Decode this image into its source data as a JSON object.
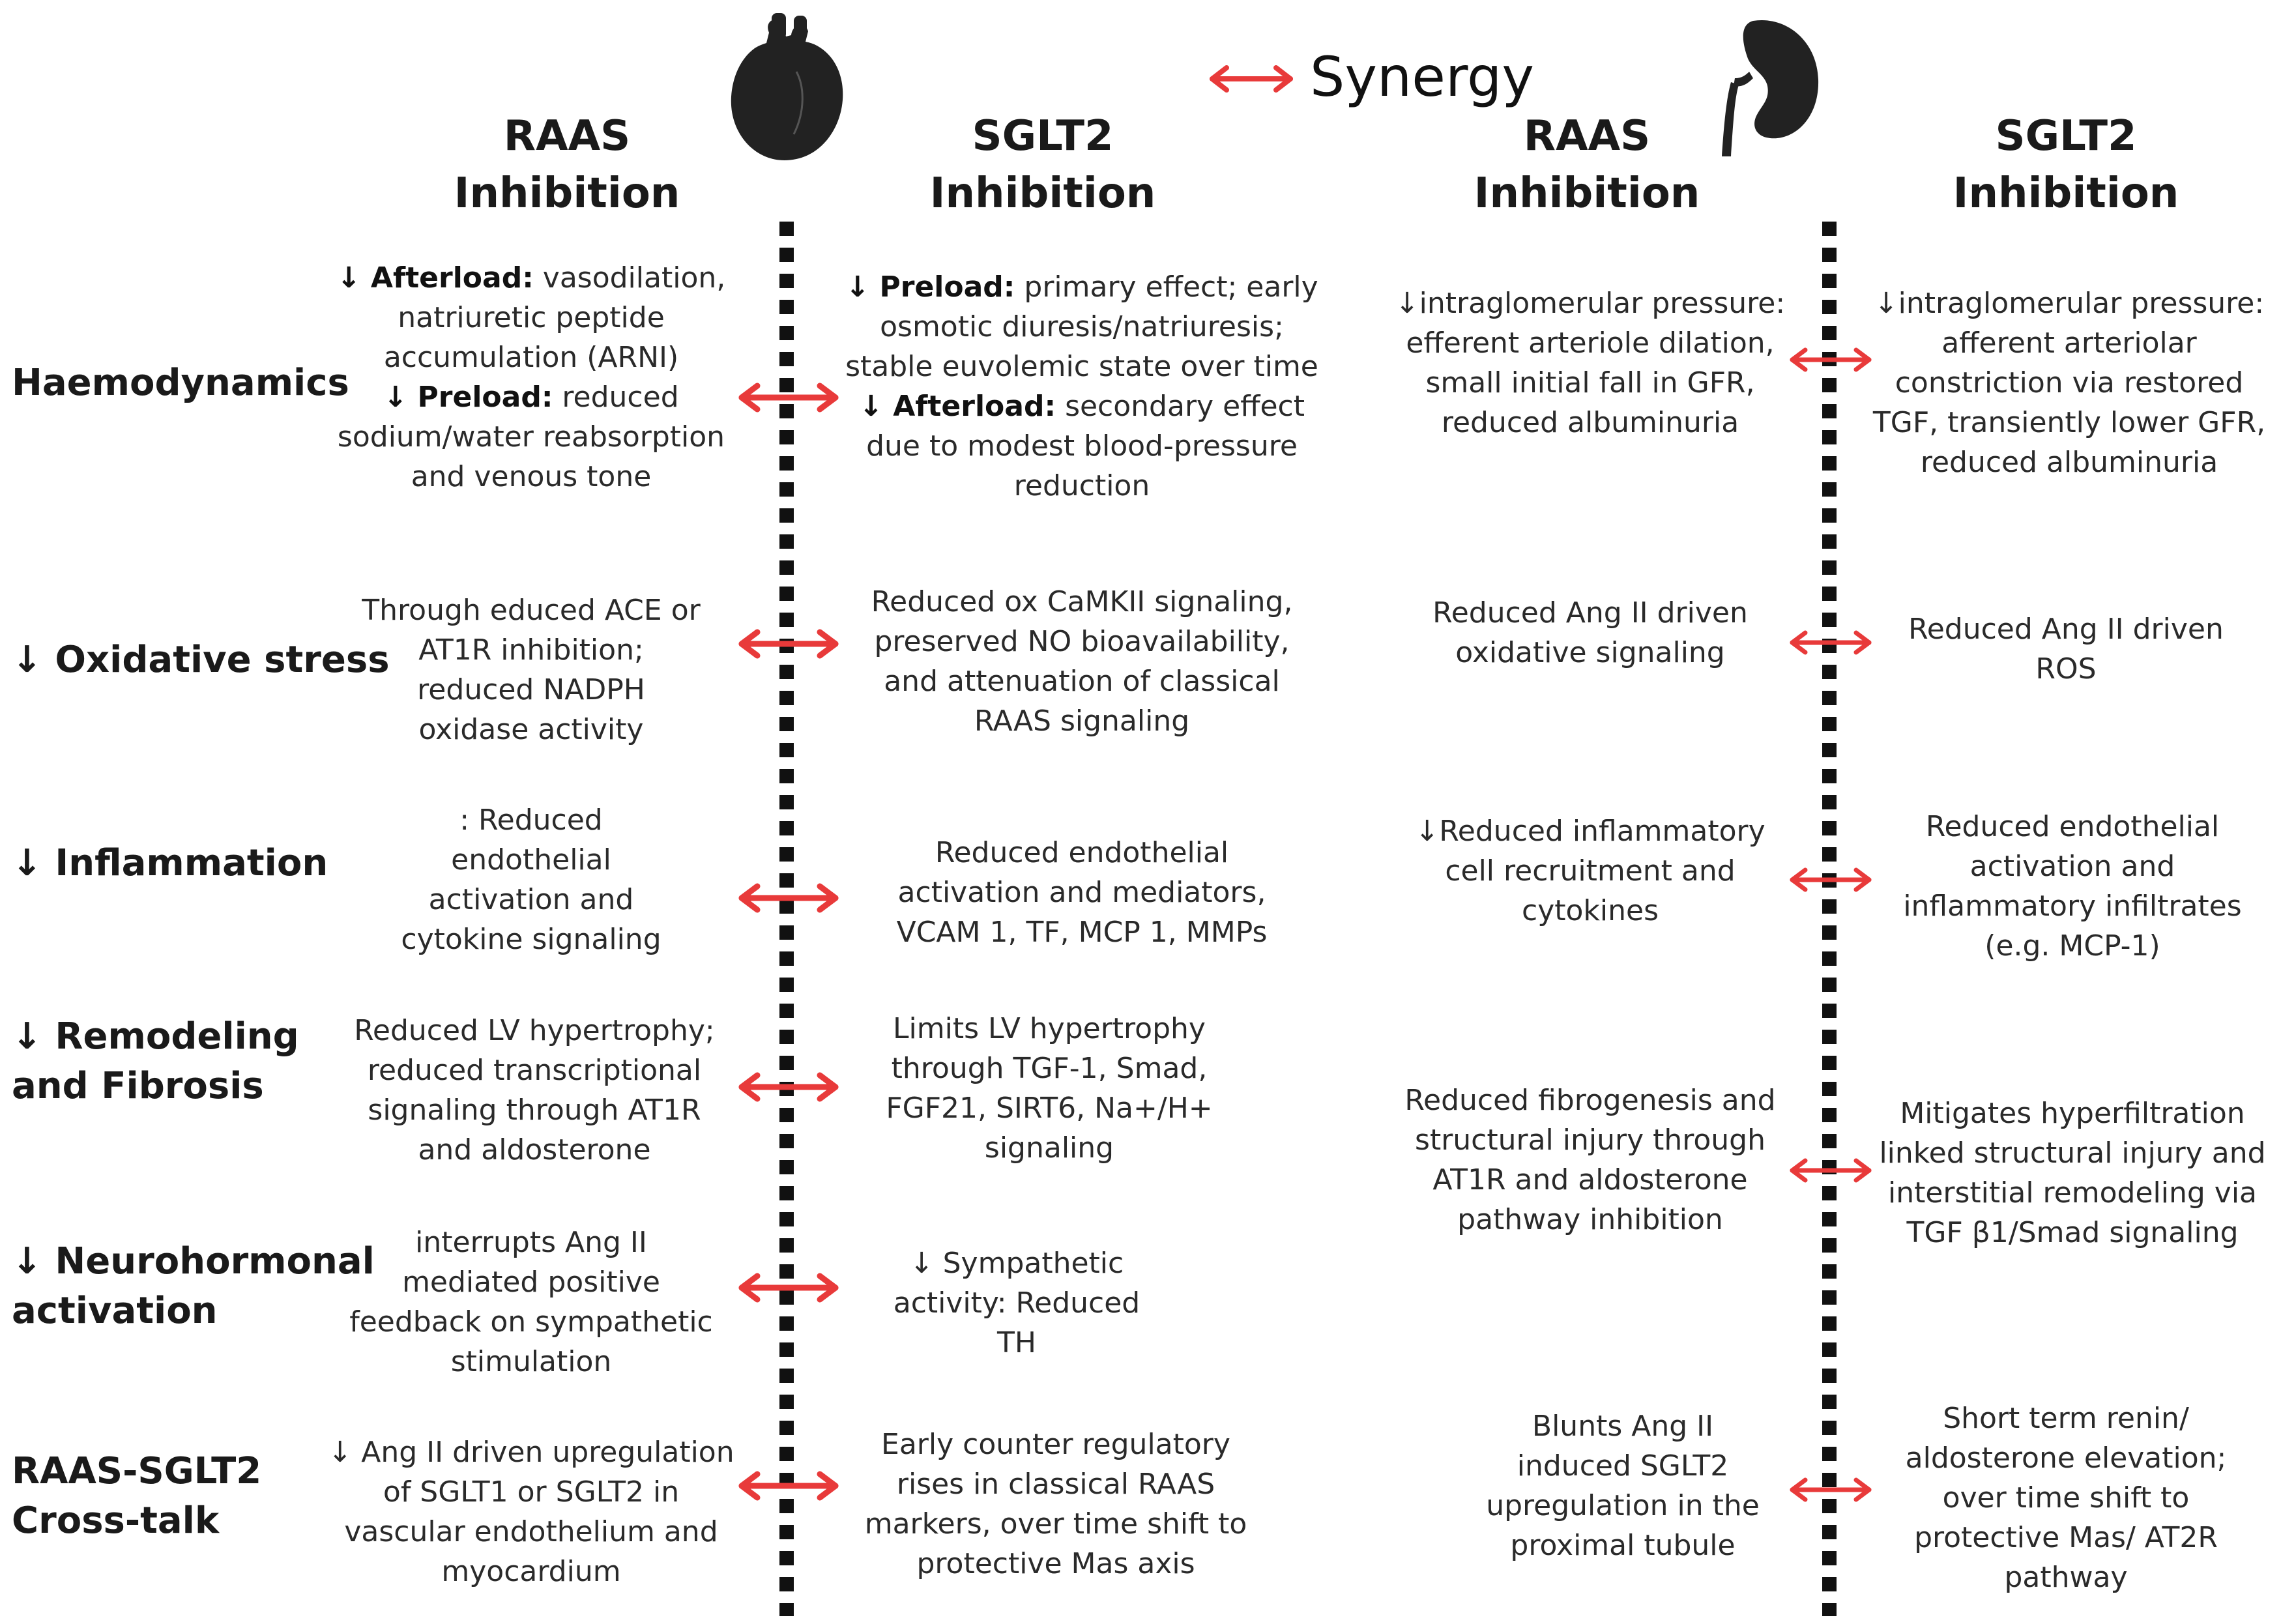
{
  "legend": {
    "label": "Synergy",
    "arrow_color": "#e83a3a"
  },
  "icons": {
    "heart": "heart-icon",
    "kidney": "kidney-icon"
  },
  "headers": [
    {
      "l1": "RAAS",
      "l2": "Inhibition"
    },
    {
      "l1": "SGLT2",
      "l2": "Inhibition"
    },
    {
      "l1": "RAAS",
      "l2": "Inhibition"
    },
    {
      "l1": "SGLT2",
      "l2": "Inhibition"
    }
  ],
  "rows": [
    {
      "label": [
        "Haemodynamics"
      ],
      "heart_raas": [
        {
          "b": "↓ Afterload:",
          "t": " vasodilation,"
        },
        {
          "t": "natriuretic peptide"
        },
        {
          "t": "accumulation (ARNI)"
        },
        {
          "b": "↓ Preload:",
          "t": " reduced"
        },
        {
          "t": "sodium/water reabsorption"
        },
        {
          "t": "and venous tone"
        }
      ],
      "heart_sglt2": [
        {
          "b": "↓ Preload:",
          "t": " primary effect; early"
        },
        {
          "t": "osmotic diuresis/natriuresis;"
        },
        {
          "t": "stable euvolemic state over time"
        },
        {
          "b": "↓ Afterload:",
          "t": " secondary effect"
        },
        {
          "t": "due to modest blood-pressure"
        },
        {
          "t": "reduction"
        }
      ],
      "kidney_raas": [
        {
          "t": "↓intraglomerular pressure:"
        },
        {
          "t": "efferent arteriole dilation,"
        },
        {
          "t": "small initial fall in GFR,"
        },
        {
          "t": "reduced albuminuria"
        }
      ],
      "kidney_sglt2": [
        {
          "t": "↓intraglomerular pressure:"
        },
        {
          "t": "afferent arteriolar"
        },
        {
          "t": "constriction via restored"
        },
        {
          "t": "TGF, transiently lower GFR,"
        },
        {
          "t": "reduced albuminuria"
        }
      ]
    },
    {
      "label": [
        "↓ Oxidative stress"
      ],
      "heart_raas": [
        {
          "t": "Through educed ACE or"
        },
        {
          "t": "AT1R inhibition;"
        },
        {
          "t": "reduced NADPH"
        },
        {
          "t": "oxidase activity"
        }
      ],
      "heart_sglt2": [
        {
          "t": "Reduced ox CaMKII signaling,"
        },
        {
          "t": "preserved NO bioavailability,"
        },
        {
          "t": "and attenuation of classical"
        },
        {
          "t": "RAAS signaling"
        }
      ],
      "kidney_raas": [
        {
          "t": "Reduced Ang II driven"
        },
        {
          "t": "oxidative signaling"
        }
      ],
      "kidney_sglt2": [
        {
          "t": "Reduced Ang II driven"
        },
        {
          "t": "ROS"
        }
      ]
    },
    {
      "label": [
        "↓ Inflammation"
      ],
      "heart_raas": [
        {
          "t": ": Reduced"
        },
        {
          "t": "endothelial"
        },
        {
          "t": "activation and"
        },
        {
          "t": "cytokine signaling"
        }
      ],
      "heart_sglt2": [
        {
          "t": "Reduced endothelial"
        },
        {
          "t": "activation and mediators,"
        },
        {
          "t": "VCAM 1, TF, MCP 1, MMPs"
        }
      ],
      "kidney_raas": [
        {
          "t": "↓Reduced inflammatory"
        },
        {
          "t": "cell recruitment and"
        },
        {
          "t": "cytokines"
        }
      ],
      "kidney_sglt2": [
        {
          "t": "Reduced endothelial"
        },
        {
          "t": "activation and"
        },
        {
          "t": "inflammatory infiltrates"
        },
        {
          "t": "(e.g. MCP-1)"
        }
      ]
    },
    {
      "label": [
        "↓ Remodeling",
        "and Fibrosis"
      ],
      "heart_raas": [
        {
          "t": "Reduced LV hypertrophy;"
        },
        {
          "t": "reduced transcriptional"
        },
        {
          "t": "signaling through AT1R"
        },
        {
          "t": "and aldosterone"
        }
      ],
      "heart_sglt2": [
        {
          "t": "Limits LV hypertrophy"
        },
        {
          "t": "through TGF-1, Smad,"
        },
        {
          "t": "FGF21, SIRT6, Na+/H+"
        },
        {
          "t": "signaling"
        }
      ],
      "kidney_raas": [
        {
          "t": "Reduced fibrogenesis and"
        },
        {
          "t": "structural injury through"
        },
        {
          "t": "AT1R and aldosterone"
        },
        {
          "t": "pathway inhibition"
        }
      ],
      "kidney_sglt2": [
        {
          "t": "Mitigates hyperfiltration"
        },
        {
          "t": "linked structural injury and"
        },
        {
          "t": "interstitial remodeling via"
        },
        {
          "t": "TGF β1/Smad signaling"
        }
      ]
    },
    {
      "label": [
        "↓ Neurohormonal",
        "activation"
      ],
      "heart_raas": [
        {
          "t": "interrupts Ang II"
        },
        {
          "t": "mediated positive"
        },
        {
          "t": "feedback on sympathetic"
        },
        {
          "t": "stimulation"
        }
      ],
      "heart_sglt2": [
        {
          "t": "↓ Sympathetic"
        },
        {
          "t": "activity: Reduced"
        },
        {
          "t": "TH"
        }
      ]
    },
    {
      "label": [
        "RAAS-SGLT2",
        "Cross-talk"
      ],
      "heart_raas": [
        {
          "t": "↓ Ang II driven upregulation"
        },
        {
          "t": "of SGLT1 or SGLT2 in"
        },
        {
          "t": "vascular endothelium and"
        },
        {
          "t": "myocardium"
        }
      ],
      "heart_sglt2": [
        {
          "t": "Early counter regulatory"
        },
        {
          "t": "rises in classical RAAS"
        },
        {
          "t": "markers, over time shift to"
        },
        {
          "t": "protective Mas axis"
        }
      ],
      "kidney_raas": [
        {
          "t": "Blunts Ang II"
        },
        {
          "t": "induced SGLT2"
        },
        {
          "t": "upregulation in the"
        },
        {
          "t": "proximal tubule"
        }
      ],
      "kidney_sglt2": [
        {
          "t": "Short term renin/"
        },
        {
          "t": "aldosterone elevation;"
        },
        {
          "t": "over time shift to"
        },
        {
          "t": "protective Mas/ AT2R"
        },
        {
          "t": "pathway"
        }
      ]
    }
  ]
}
